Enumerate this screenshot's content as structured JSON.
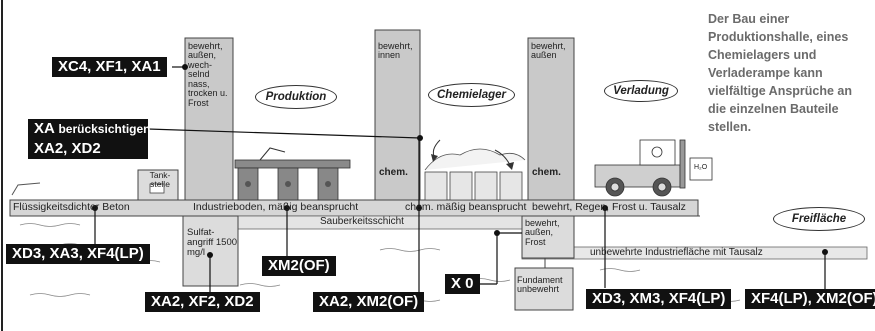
{
  "description": "Der Bau einer Produktionshalle, eines Chemielagers und Verladerampe kann vielfältige Ansprüche an die einzelnen Bauteile stellen.",
  "areas": {
    "produktion": "Produktion",
    "chemielager": "Chemielager",
    "verladung": "Verladung",
    "freiflaeche": "Freifläche"
  },
  "walls": {
    "left": "bewehrt, außen, wech-selnd nass, trocken u. Frost",
    "middle": "bewehrt, innen",
    "right": "bewehrt, außen",
    "chem_middle": "chem.",
    "chem_right": "chem."
  },
  "tank": "Tank-stelle",
  "band_top": {
    "fluessig": "Flüssigkeitsdichter Beton",
    "industrie": "Industrieboden, mäßig beansprucht",
    "chem": "chem. mäßig beansprucht",
    "bewehrt": "bewehrt, Regen, Frost u. Tausalz"
  },
  "sauberkeit": "Sauberkeitsschicht",
  "sulfat": "Sulfat-angriff 1500 mg/l",
  "foundation_wall": "bewehrt, außen, Frost",
  "fundament": "Fundament unbewehrt",
  "unbewehrt": "unbewehrte Industriefläche mit Tausalz",
  "truck_tank": "H₂O",
  "labels": {
    "xc4": "XC4, XF1, XA1",
    "xa_main": "XA",
    "xa_small": "berücksichtigen",
    "xa2_xd2": "XA2, XD2",
    "xd3_xa3": "XD3, XA3, XF4(LP)",
    "xa2_xf2": "XA2, XF2, XD2",
    "xm2_of": "XM2(OF)",
    "xa2_xm2": "XA2, XM2(OF)",
    "x0": "X 0",
    "xd3_xm3": "XD3, XM3, XF4(LP)",
    "xf4_xm2": "XF4(LP), XM2(OF)"
  },
  "colors": {
    "wall": "#c9c9c9",
    "band": "#d6d6d6",
    "label_bg": "#111111",
    "description": "#6b6b6b"
  }
}
